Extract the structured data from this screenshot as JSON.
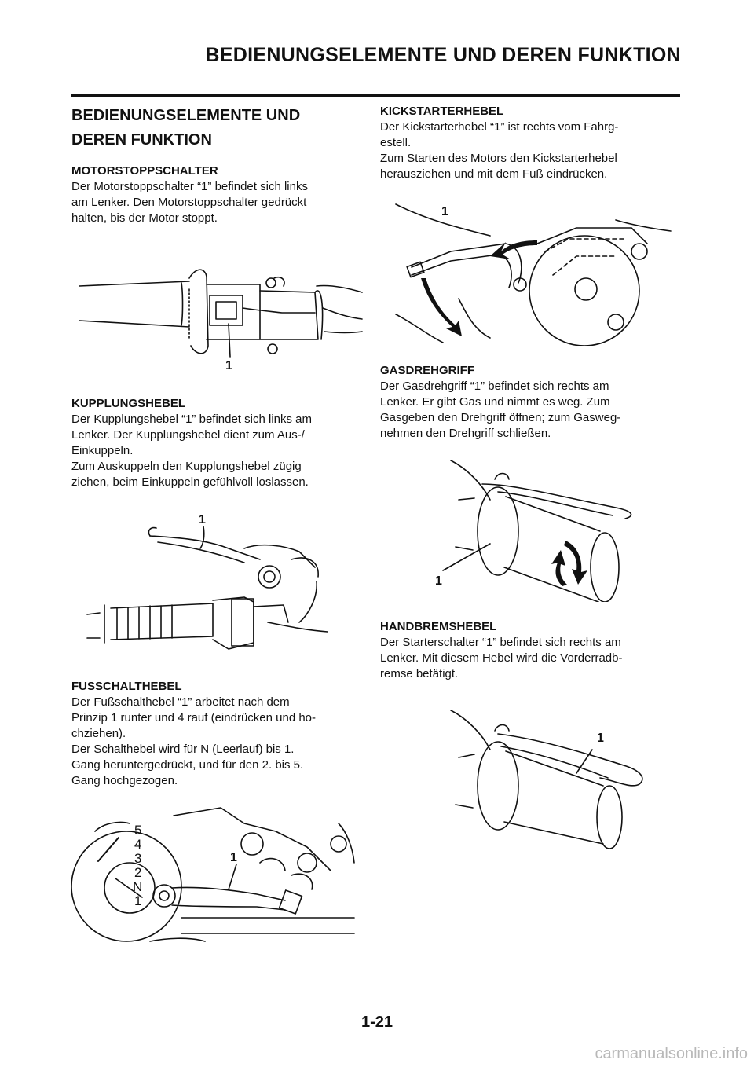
{
  "header": {
    "title": "BEDIENUNGSELEMENTE UND DEREN FUNKTION"
  },
  "main_title": {
    "line1": "BEDIENUNGSELEMENTE UND",
    "line2": "DEREN FUNKTION"
  },
  "sections": {
    "motorstopp": {
      "heading": "MOTORSTOPPSCHALTER",
      "lines": [
        "Der Motorstoppschalter “1” befindet sich links",
        "am Lenker. Den Motorstoppschalter gedrückt",
        "halten, bis der Motor stoppt."
      ],
      "callout": "1"
    },
    "kupplung": {
      "heading": "KUPPLUNGSHEBEL",
      "lines": [
        "Der Kupplungshebel “1” befindet sich links am",
        "Lenker. Der Kupplungshebel dient zum Aus-/",
        "Einkuppeln.",
        "Zum Auskuppeln den Kupplungshebel zügig",
        "ziehen, beim Einkuppeln gefühlvoll loslassen."
      ],
      "callout": "1"
    },
    "fussschalt": {
      "heading": "FUSSCHALTHEBEL",
      "lines": [
        "Der Fußschalthebel “1” arbeitet nach dem",
        "Prinzip 1 runter und 4 rauf (eindrücken und ho-",
        "chziehen).",
        "Der Schalthebel wird für N (Leerlauf) bis 1.",
        "Gang heruntergedrückt, und für den 2. bis 5.",
        "Gang hochgezogen."
      ],
      "callout": "1",
      "gears": [
        "5",
        "4",
        "3",
        "2",
        "N",
        "1"
      ]
    },
    "kickstarter": {
      "heading": "KICKSTARTERHEBEL",
      "lines": [
        "Der Kickstarterhebel “1” ist rechts vom Fahrg-",
        "estell.",
        "Zum Starten des Motors den Kickstarterhebel",
        "herausziehen und mit dem Fuß eindrücken."
      ],
      "callout": "1"
    },
    "gasdreh": {
      "heading": "GASDREHGRIFF",
      "lines": [
        "Der Gasdrehgriff “1” befindet sich rechts am",
        "Lenker. Er gibt Gas und nimmt es weg. Zum",
        "Gasgeben den Drehgriff öffnen; zum Gasweg-",
        "nehmen den Drehgriff schließen."
      ],
      "callout": "1"
    },
    "handbrems": {
      "heading": "HANDBREMSHEBEL",
      "lines": [
        "Der Starterschalter “1” befindet sich rechts am",
        "Lenker. Mit diesem Hebel wird die Vorderradb-",
        "remse betätigt."
      ],
      "callout": "1"
    }
  },
  "page_number": "1-21",
  "watermark": "carmanualsonline.info"
}
